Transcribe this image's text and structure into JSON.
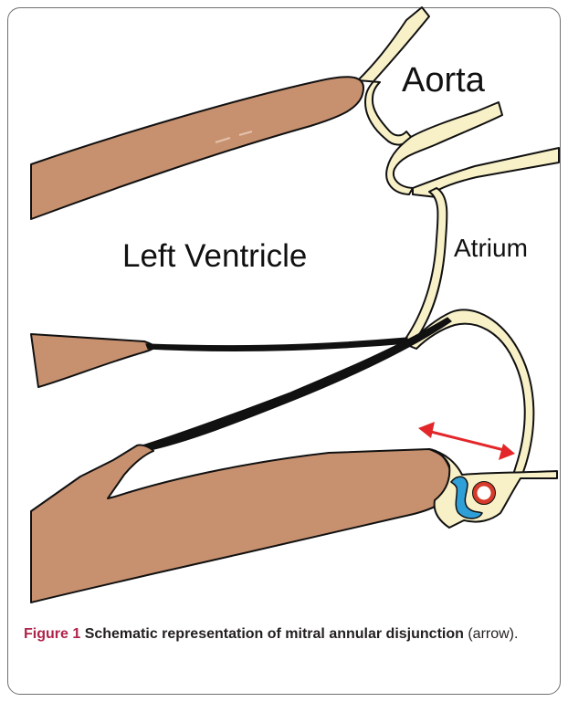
{
  "diagram": {
    "labels": {
      "aorta": "Aorta",
      "left_ventricle": "Left Ventricle",
      "atrium": "Atrium"
    },
    "colors": {
      "myocardium": "#c79170",
      "valve_tissue": "#f8f1c8",
      "arrow": "#e3262a",
      "outline": "#111111",
      "coronary_vein": "#2f9fd8",
      "coronary_artery": "#d63a2a"
    }
  },
  "caption": {
    "figure_label": "Figure 1",
    "bold_text": "Schematic representation of mitral annular disjunction",
    "suffix_text": "(arrow)",
    "end_punct": "."
  }
}
